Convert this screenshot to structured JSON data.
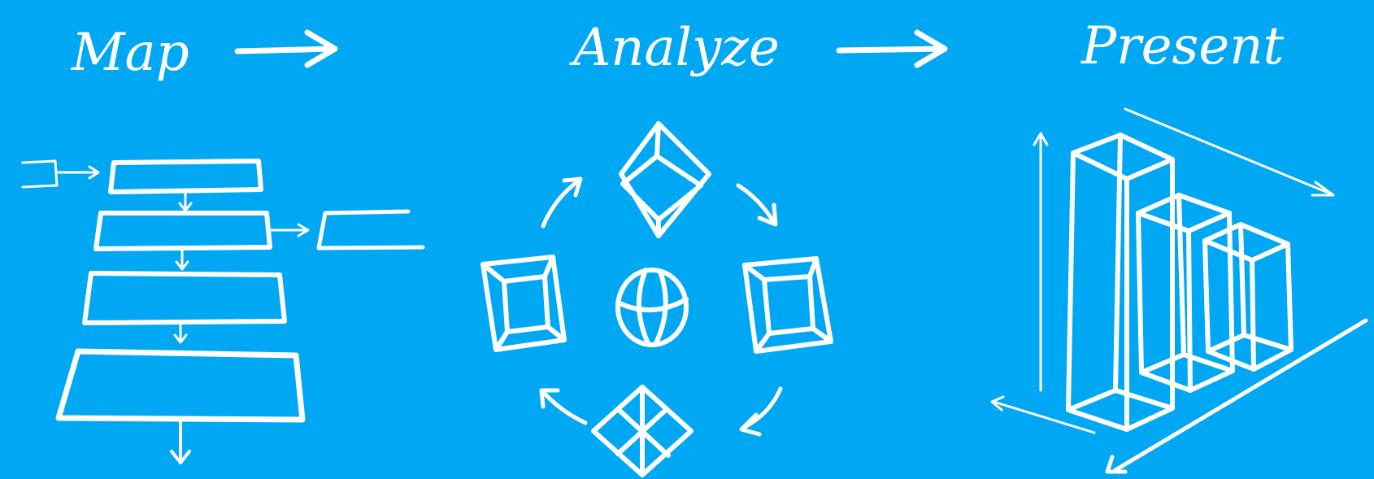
{
  "colors": {
    "background": "#00a8f3",
    "ink": "#ffffff"
  },
  "steps": [
    {
      "label": "Map",
      "illustration": "flowchart-icon"
    },
    {
      "label": "Analyze",
      "illustration": "rotating-cubes-icon"
    },
    {
      "label": "Present",
      "illustration": "3d-bar-chart-icon"
    }
  ]
}
